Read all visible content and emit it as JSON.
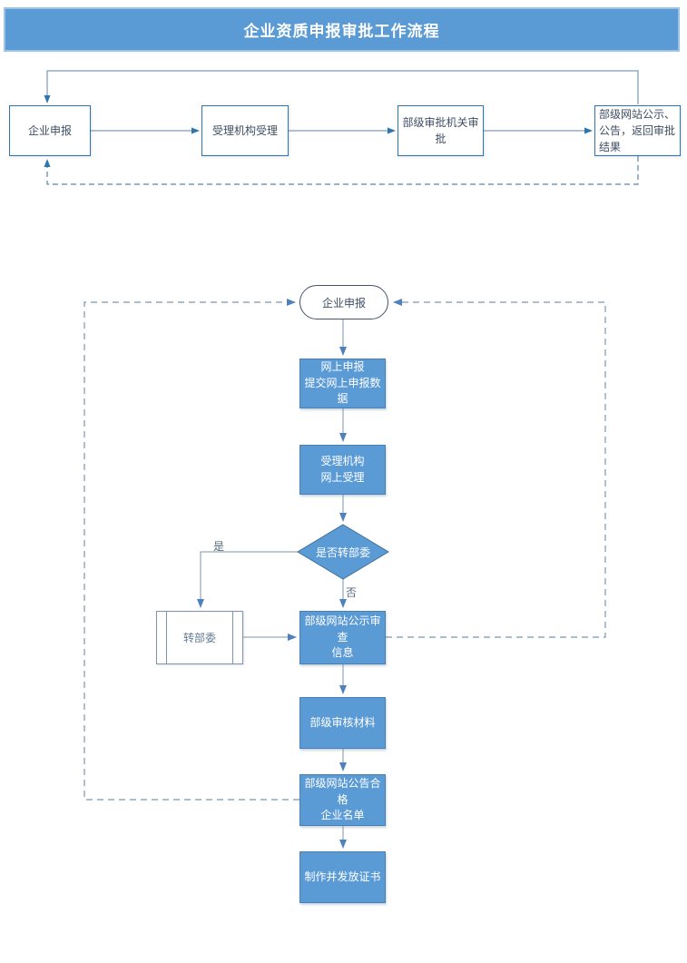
{
  "title": "企业资质申报审批工作流程",
  "colors": {
    "banner_fill": "#5b9bd5",
    "banner_border": "#9dc3e6",
    "node_fill": "#5b9bd5",
    "node_border": "#41719c",
    "white_node_border": "#2e75b6",
    "top_connector": "#2e75b6",
    "lower_connector": "#7b96ad",
    "arrowhead": "#4f81bd",
    "dark_text": "#3f4e63"
  },
  "top_flow": {
    "nodes": [
      {
        "label": "企业申报"
      },
      {
        "label": "受理机构受理"
      },
      {
        "label": "部级审批机关审批"
      },
      {
        "label": "部级网站公示、公告，返回审批结果"
      }
    ]
  },
  "detail_flow": {
    "start_label": "企业申报",
    "online_apply": "网上申报\n提交网上申报数据",
    "online_accept": "受理机构\n网上受理",
    "decision_label": "是否转部委",
    "yes_label": "是",
    "no_label": "否",
    "transfer_label": "转部委",
    "publicity_review": "部级网站公示审查\n信息",
    "ministry_review": "部级审核材料",
    "announce_list": "部级网站公告合格\n企业名单",
    "issue_cert": "制作并发放证书"
  }
}
